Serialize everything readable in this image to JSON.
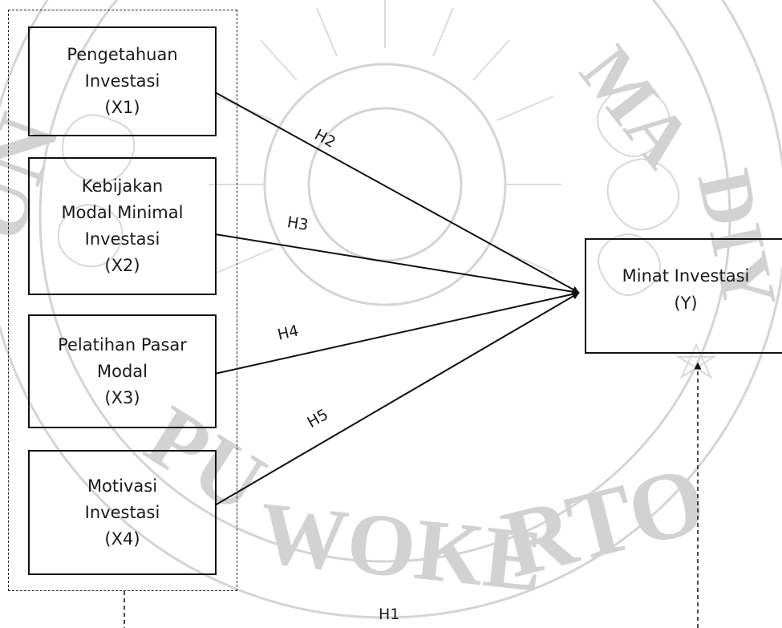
{
  "independent_variables": [
    {
      "id": "x1",
      "text": "Pengetahuan\nInvestasi\n(X1)"
    },
    {
      "id": "x2",
      "text": "Kebijakan\nModal Minimal\nInvestasi\n(X2)"
    },
    {
      "id": "x3",
      "text": "Pelatihan Pasar\nModal\n(X3)"
    },
    {
      "id": "x4",
      "text": "Motivasi\nInvestasi\n(X4)"
    }
  ],
  "dependent_variable": {
    "id": "y",
    "text": "Minat Investasi\n(Y)"
  },
  "hypotheses": [
    {
      "label": "H1",
      "from": "group",
      "to": "y",
      "style": "dashed"
    },
    {
      "label": "H2",
      "from": "x1",
      "to": "y",
      "style": "solid"
    },
    {
      "label": "H3",
      "from": "x2",
      "to": "y",
      "style": "solid"
    },
    {
      "label": "H4",
      "from": "x3",
      "to": "y",
      "style": "solid"
    },
    {
      "label": "H5",
      "from": "x4",
      "to": "y",
      "style": "solid"
    }
  ],
  "colors": {
    "line": "#111111",
    "watermark": "#d2d2d2"
  }
}
